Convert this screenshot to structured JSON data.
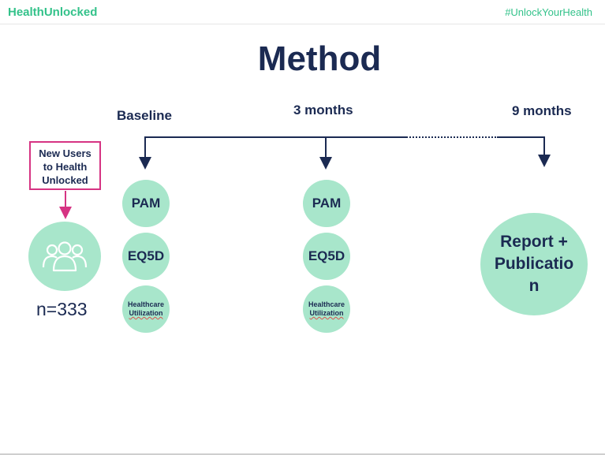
{
  "header": {
    "brand": "HealthUnlocked",
    "hashtag": "#UnlockYourHealth"
  },
  "slide": {
    "title": "Method"
  },
  "timeline": {
    "phases": [
      {
        "label": "Baseline"
      },
      {
        "label": "3 months"
      },
      {
        "label": "9 months"
      }
    ]
  },
  "users": {
    "box_label_line1": "New Users",
    "box_label_line2": "to Health",
    "box_label_line3": "Unlocked",
    "icon": "group-users-icon",
    "count": "n=333"
  },
  "measures": {
    "pam": "PAM",
    "eq5d": "EQ5D",
    "healthcare_line1": "Healthcare",
    "healthcare_line2": "Utilization"
  },
  "outcome": {
    "line1": "Report +",
    "line2": "Publicatio",
    "line3": "n"
  },
  "colors": {
    "brand_green": "#33c28a",
    "circle_fill": "#a8e6cb",
    "navy": "#1b2a52",
    "box_border": "#d63383"
  }
}
